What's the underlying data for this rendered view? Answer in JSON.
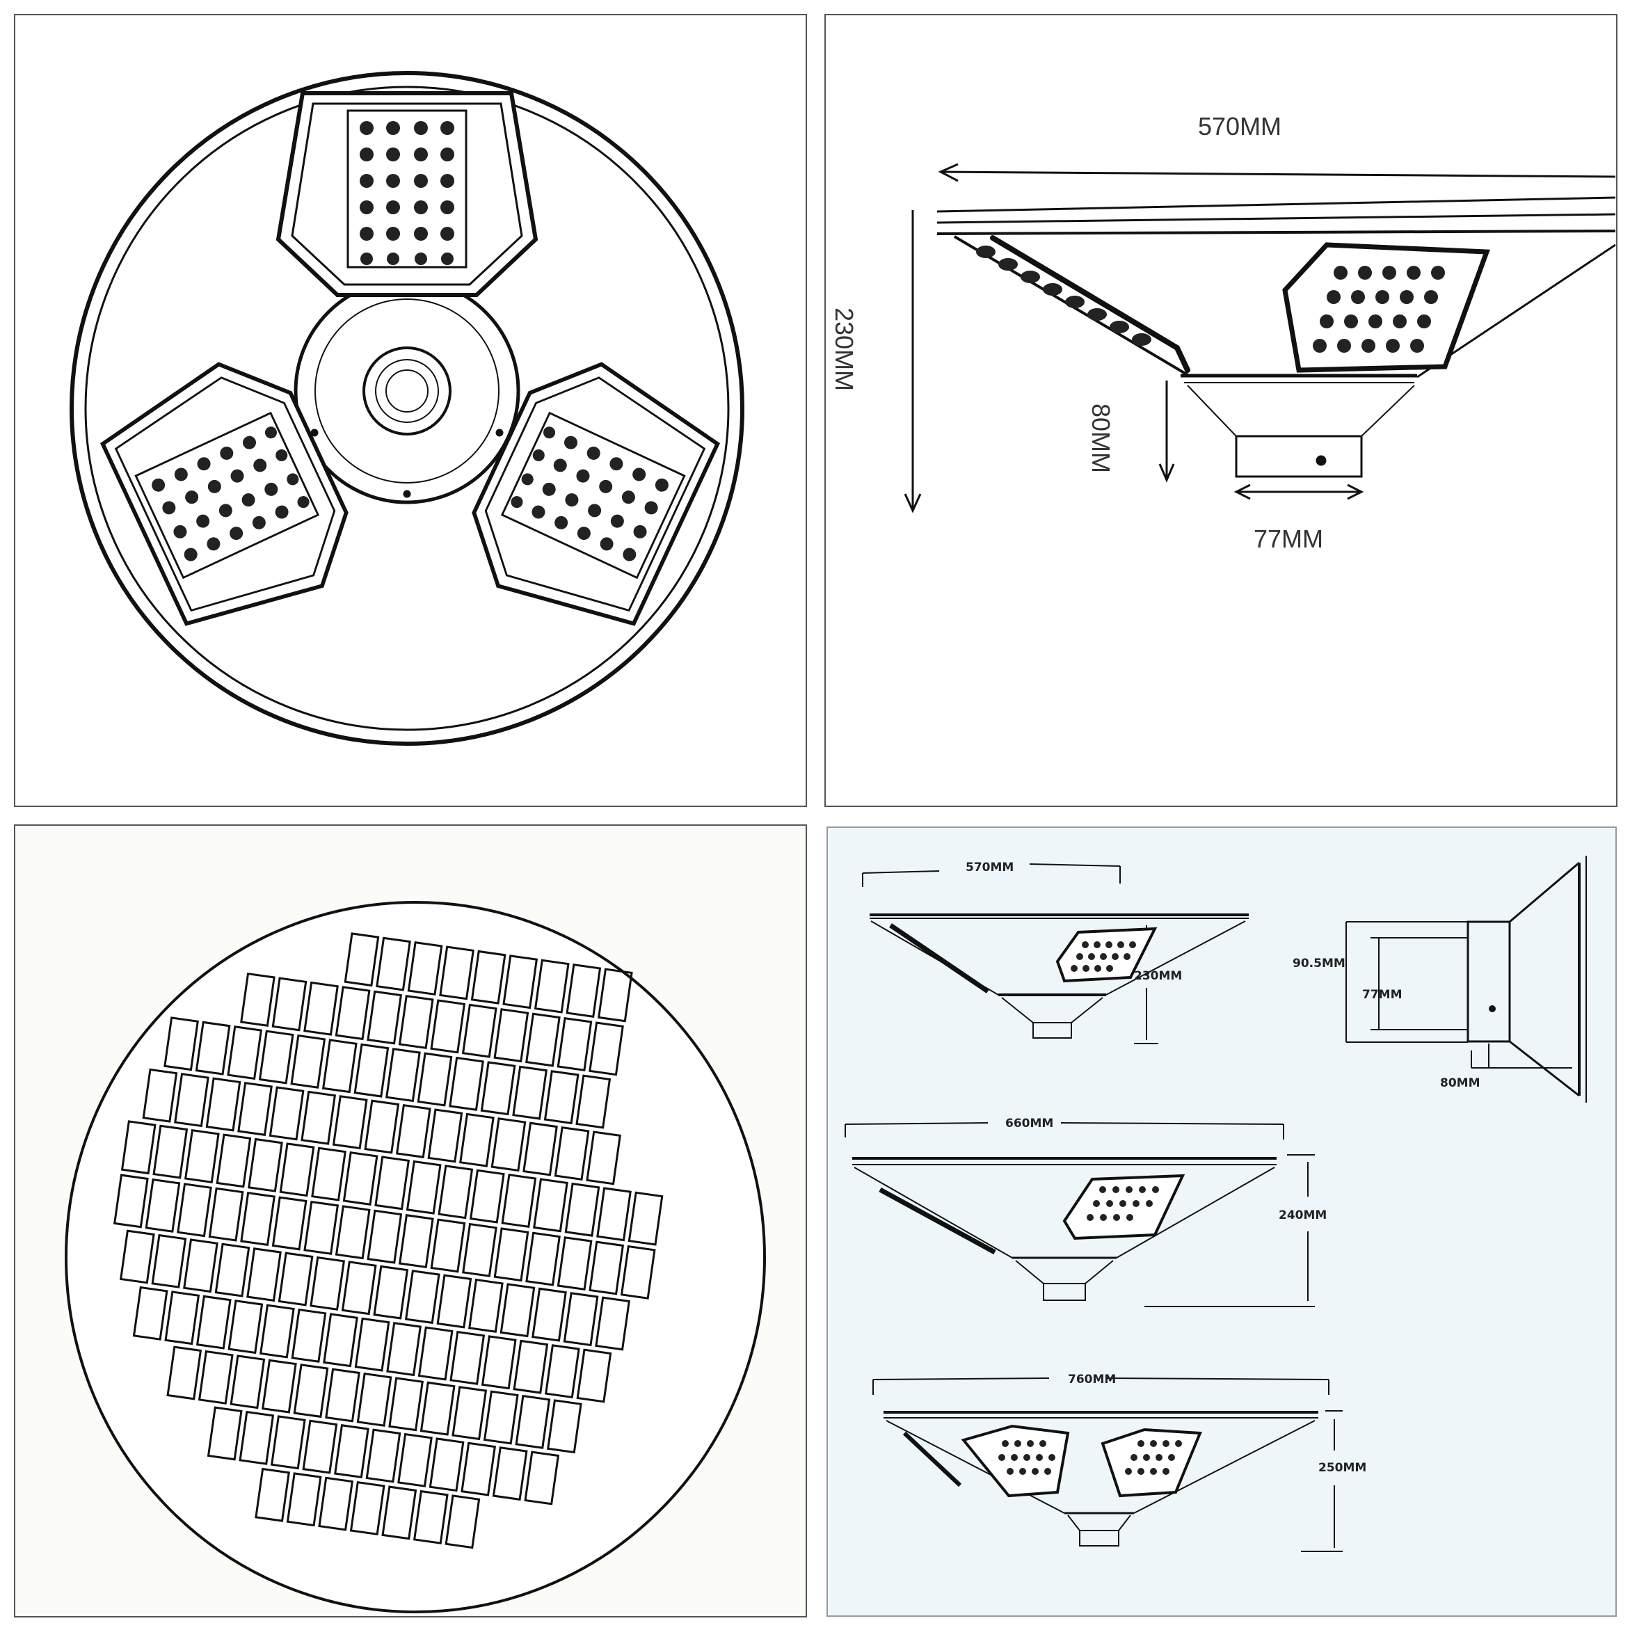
{
  "side_view": {
    "width_label": "570MM",
    "height_label": "230MM",
    "depth_label": "80MM",
    "mount_label": "77MM"
  },
  "spec_sheet": {
    "model_a": {
      "width": "570MM",
      "height": "230MM"
    },
    "bracket": {
      "outer": "90.5MM",
      "inner": "77MM",
      "depth": "80MM"
    },
    "model_b": {
      "width": "660MM",
      "height": "240MM"
    },
    "model_c": {
      "width": "760MM",
      "height": "250MM"
    }
  },
  "colors": {
    "line": "#111111",
    "panel_border": "#555555",
    "spec_bg": "#eef6fa"
  }
}
